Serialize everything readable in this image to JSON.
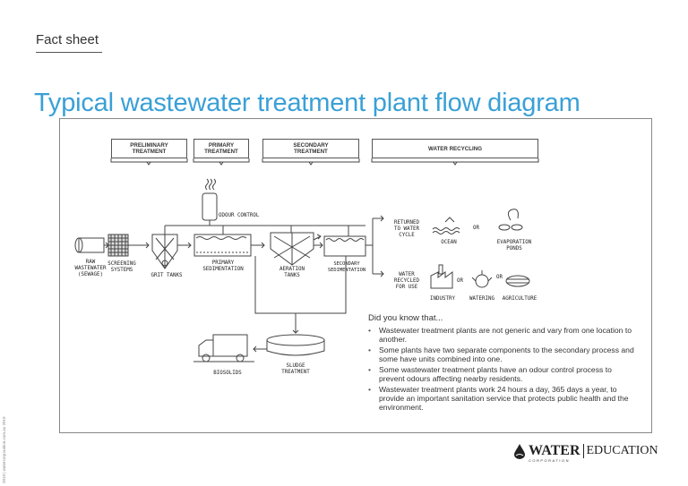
{
  "header": {
    "kicker": "Fact sheet",
    "title": "Typical wastewater treatment plant flow diagram"
  },
  "stages": {
    "preliminary": "PRELIMINARY\nTREATMENT",
    "primary": "PRIMARY\nTREATMENT",
    "secondary": "SECONDARY\nTREATMENT",
    "recycling": "WATER RECYCLING"
  },
  "labels": {
    "odour": "ODOUR CONTROL",
    "raw": "RAW\nWASTEWATER\n(SEWAGE)",
    "screening": "SCREENING\nSYSTEMS",
    "grit": "GRIT TANKS",
    "primary_sed": "PRIMARY\nSEDIMENTATION",
    "aeration": "AERATION\nTANKS",
    "secondary_sed": "SECONDARY\nSEDIMENTATION",
    "returned": "RETURNED\nTO WATER\nCYCLE",
    "ocean": "OCEAN",
    "or1": "OR",
    "evaporation": "EVAPORATION\nPONDS",
    "recycled": "WATER\nRECYCLED\nFOR USE",
    "or2": "OR",
    "or3": "OR",
    "industry": "INDUSTRY",
    "watering": "WATERING",
    "agriculture": "AGRICULTURE",
    "biosolids": "BIOSOLIDS",
    "sludge": "SLUDGE\nTREATMENT"
  },
  "did_you_know": {
    "heading": "Did you know that...",
    "items": [
      "Wastewater treatment plants are not generic and vary from one location to another.",
      "Some plants have two separate components to the secondary process and some have units combined into one.",
      "Some wastewater treatment plants have an odour control process to prevent odours affecting nearby residents.",
      "Wastewater treatment plants work 24 hours a day, 365 days a year, to provide an important sanitation service that protects public health and the environment."
    ]
  },
  "footer": {
    "side_text": "2019 | watercorporation.com.au 2019",
    "logo_water": "WATER",
    "logo_education": "EDUCATION",
    "logo_corp": "CORPORATION"
  },
  "colors": {
    "title": "#3aa0d6",
    "line": "#444444"
  }
}
